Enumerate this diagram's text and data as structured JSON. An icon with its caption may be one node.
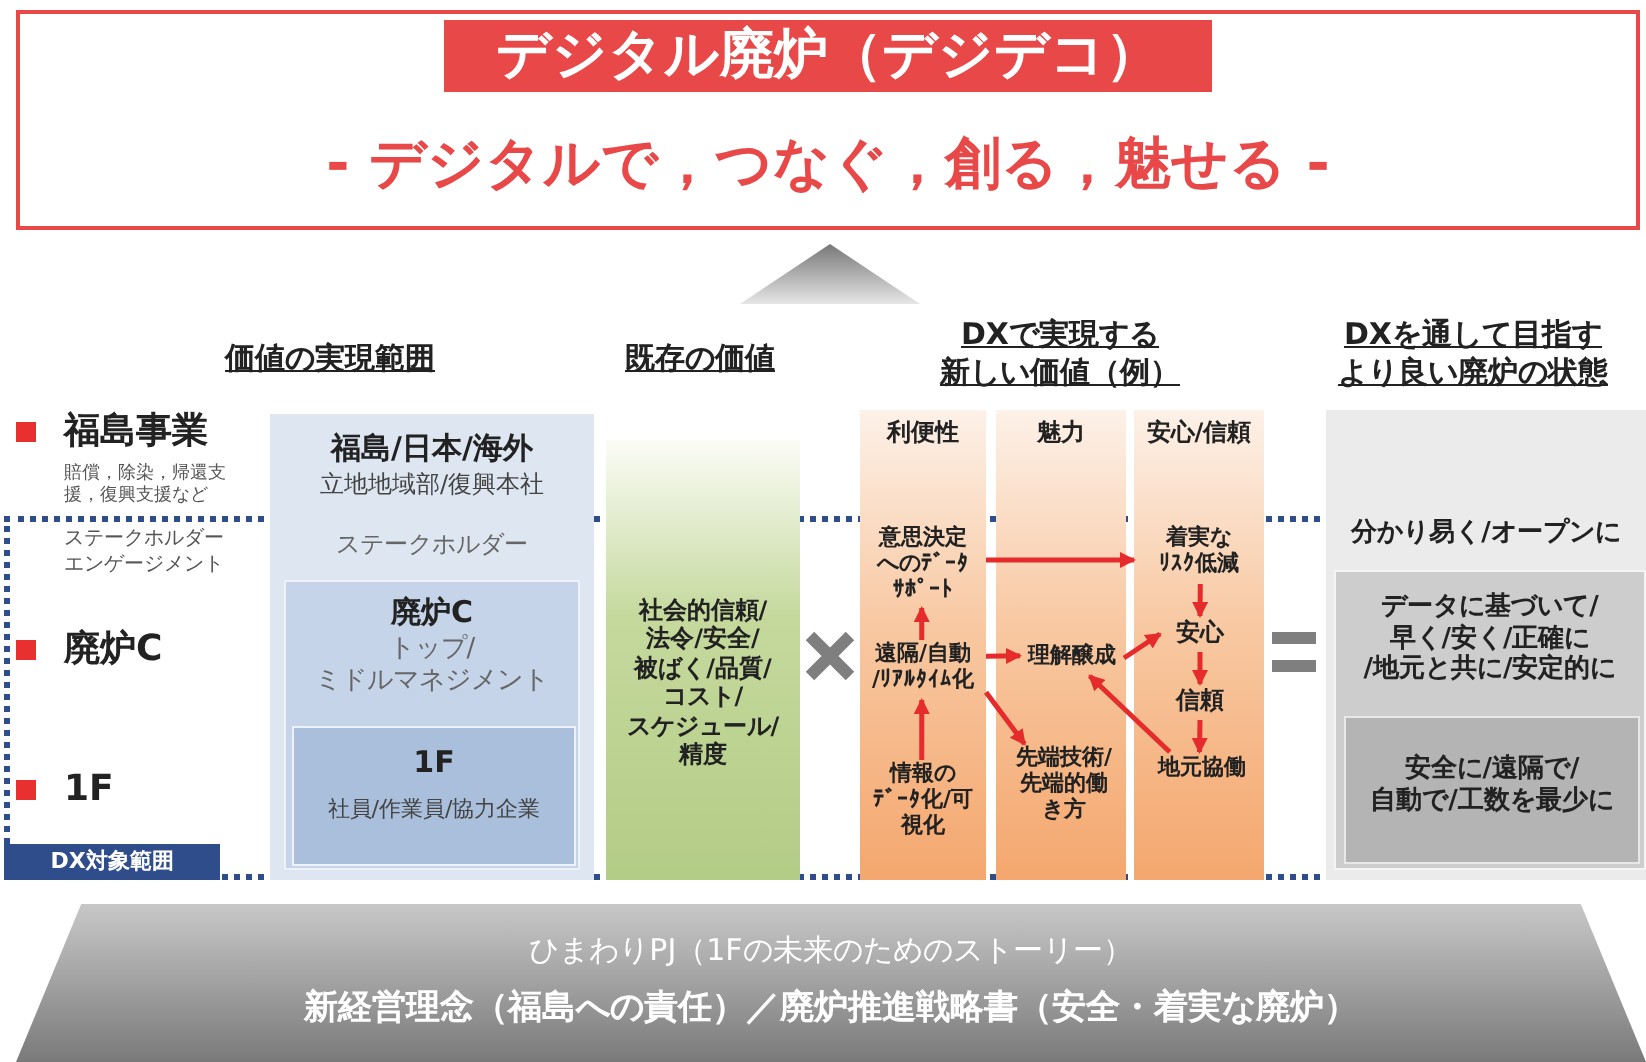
{
  "diagram": {
    "nodes": [
      {
        "text": [
          "デジタル廃炉（デジデコ）",
          "- デジタルで，つなぐ，創る，魅せる -"
        ]
      },
      {
        "text": [
          "福島/日本/海外",
          "立地地域部/復興本社",
          "ステークホルダー"
        ]
      },
      {
        "text": [
          "廃炉C",
          "トップ/ミドルマネジメント"
        ],
        "in": 1
      },
      {
        "text": [
          "1F",
          "社員/作業員/協力企業"
        ],
        "in": 2
      },
      {
        "text": [
          "社会的信頼/法令/安全/被ばく/品質/コスト/スケジュール/精度"
        ]
      },
      {
        "text": [
          "利便性"
        ]
      },
      {
        "text": [
          "魅力"
        ]
      },
      {
        "text": [
          "安心/信頼"
        ]
      },
      {
        "text": [
          "意思決定へのﾃﾞｰﾀｻﾎﾟｰﾄ"
        ],
        "in": 5
      },
      {
        "text": [
          "遠隔/自動/ﾘｱﾙﾀｲﾑ化"
        ],
        "in": 5
      },
      {
        "text": [
          "情報のﾃﾞｰﾀ化/可視化"
        ],
        "in": 5
      },
      {
        "text": [
          "理解醸成"
        ],
        "in": 6
      },
      {
        "text": [
          "先端技術/先端的働き方"
        ],
        "in": 6
      },
      {
        "text": [
          "着実なﾘｽｸ低減"
        ],
        "in": 7
      },
      {
        "text": [
          "安心"
        ],
        "in": 7
      },
      {
        "text": [
          "信頼"
        ],
        "in": 7
      },
      {
        "text": [
          "地元協働"
        ],
        "in": 7
      },
      {
        "text": [
          "分かり易く/オープンに"
        ]
      },
      {
        "text": [
          "データに基づいて/早く/安く/正確に/地元と共に/安定的に"
        ],
        "in": 17
      },
      {
        "text": [
          "安全に/遠隔で/自動で/工数を最少に"
        ],
        "in": 18
      },
      {
        "text": [
          "ひまわりPJ（1Fの未来のためのストーリー）",
          "新経営理念（福島への責任）／廃炉推進戦略書（安全・着実な廃炉）"
        ]
      }
    ],
    "edges": [
      {
        "from": 8,
        "to": 13,
        "arrow": "to"
      },
      {
        "from": 13,
        "to": 14,
        "arrow": "to"
      },
      {
        "from": 14,
        "to": 15,
        "arrow": "to"
      },
      {
        "from": 15,
        "to": 16,
        "arrow": "to"
      },
      {
        "from": 16,
        "to": 11,
        "arrow": "to"
      },
      {
        "from": 11,
        "to": 14,
        "arrow": "to"
      },
      {
        "from": 9,
        "to": 11,
        "arrow": "to"
      },
      {
        "from": 9,
        "to": 12,
        "arrow": "to"
      },
      {
        "from": 10,
        "to": 9,
        "arrow": "to"
      },
      {
        "from": 9,
        "to": 8,
        "arrow": "to"
      }
    ],
    "labels": [
      "価値の実現範囲",
      "既存の価値",
      "DXで実現する新しい価値（例）",
      "DXを通して目指すより良い廃炉の状態",
      "福島事業",
      "賠償，除染，帰還支援，復興支援など",
      "ステークホルダーエンゲージメント",
      "廃炉C",
      "1F",
      "DX対象範囲"
    ]
  }
}
